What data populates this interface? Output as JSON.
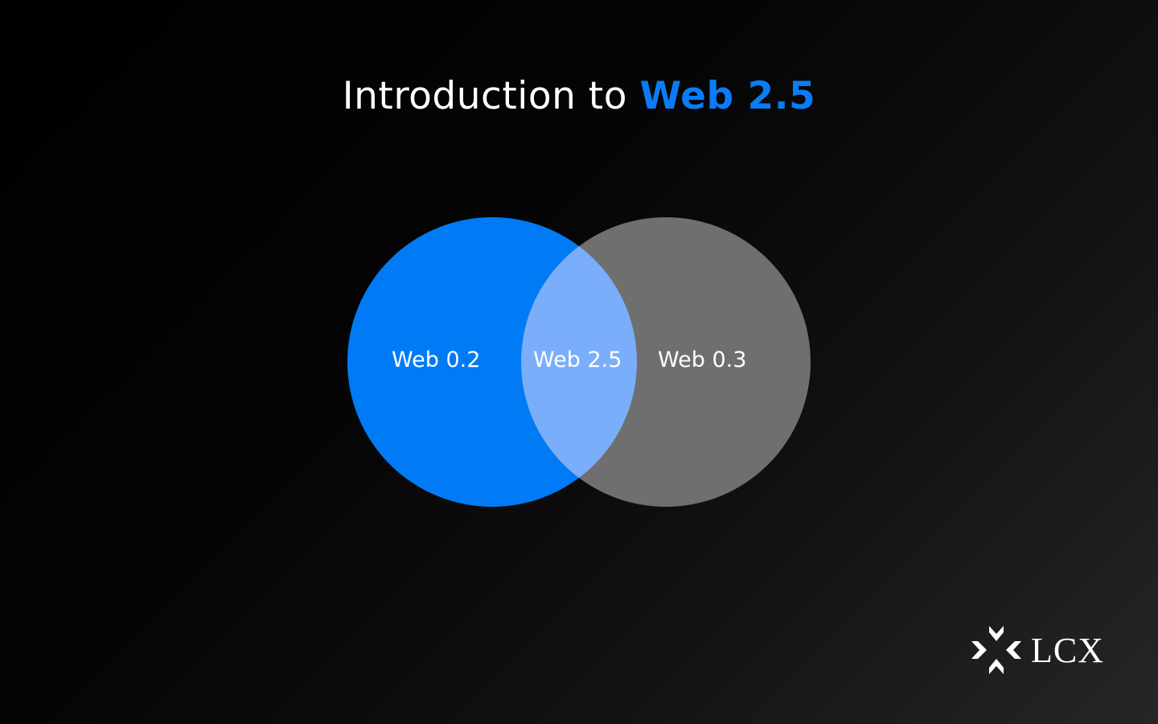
{
  "title": {
    "prefix": "Introduction to ",
    "highlight": "Web 2.5",
    "highlight_color": "#0A7CF5"
  },
  "venn": {
    "left": {
      "label": "Web 0.2",
      "color": "#007BF5"
    },
    "right": {
      "label": "Web 0.3",
      "color": "#6F6F6F"
    },
    "intersection": {
      "label": "Web 2.5",
      "color": "#7AAEFA"
    }
  },
  "logo": {
    "icon": "lcx-x-mark-icon",
    "text": "LCX"
  }
}
